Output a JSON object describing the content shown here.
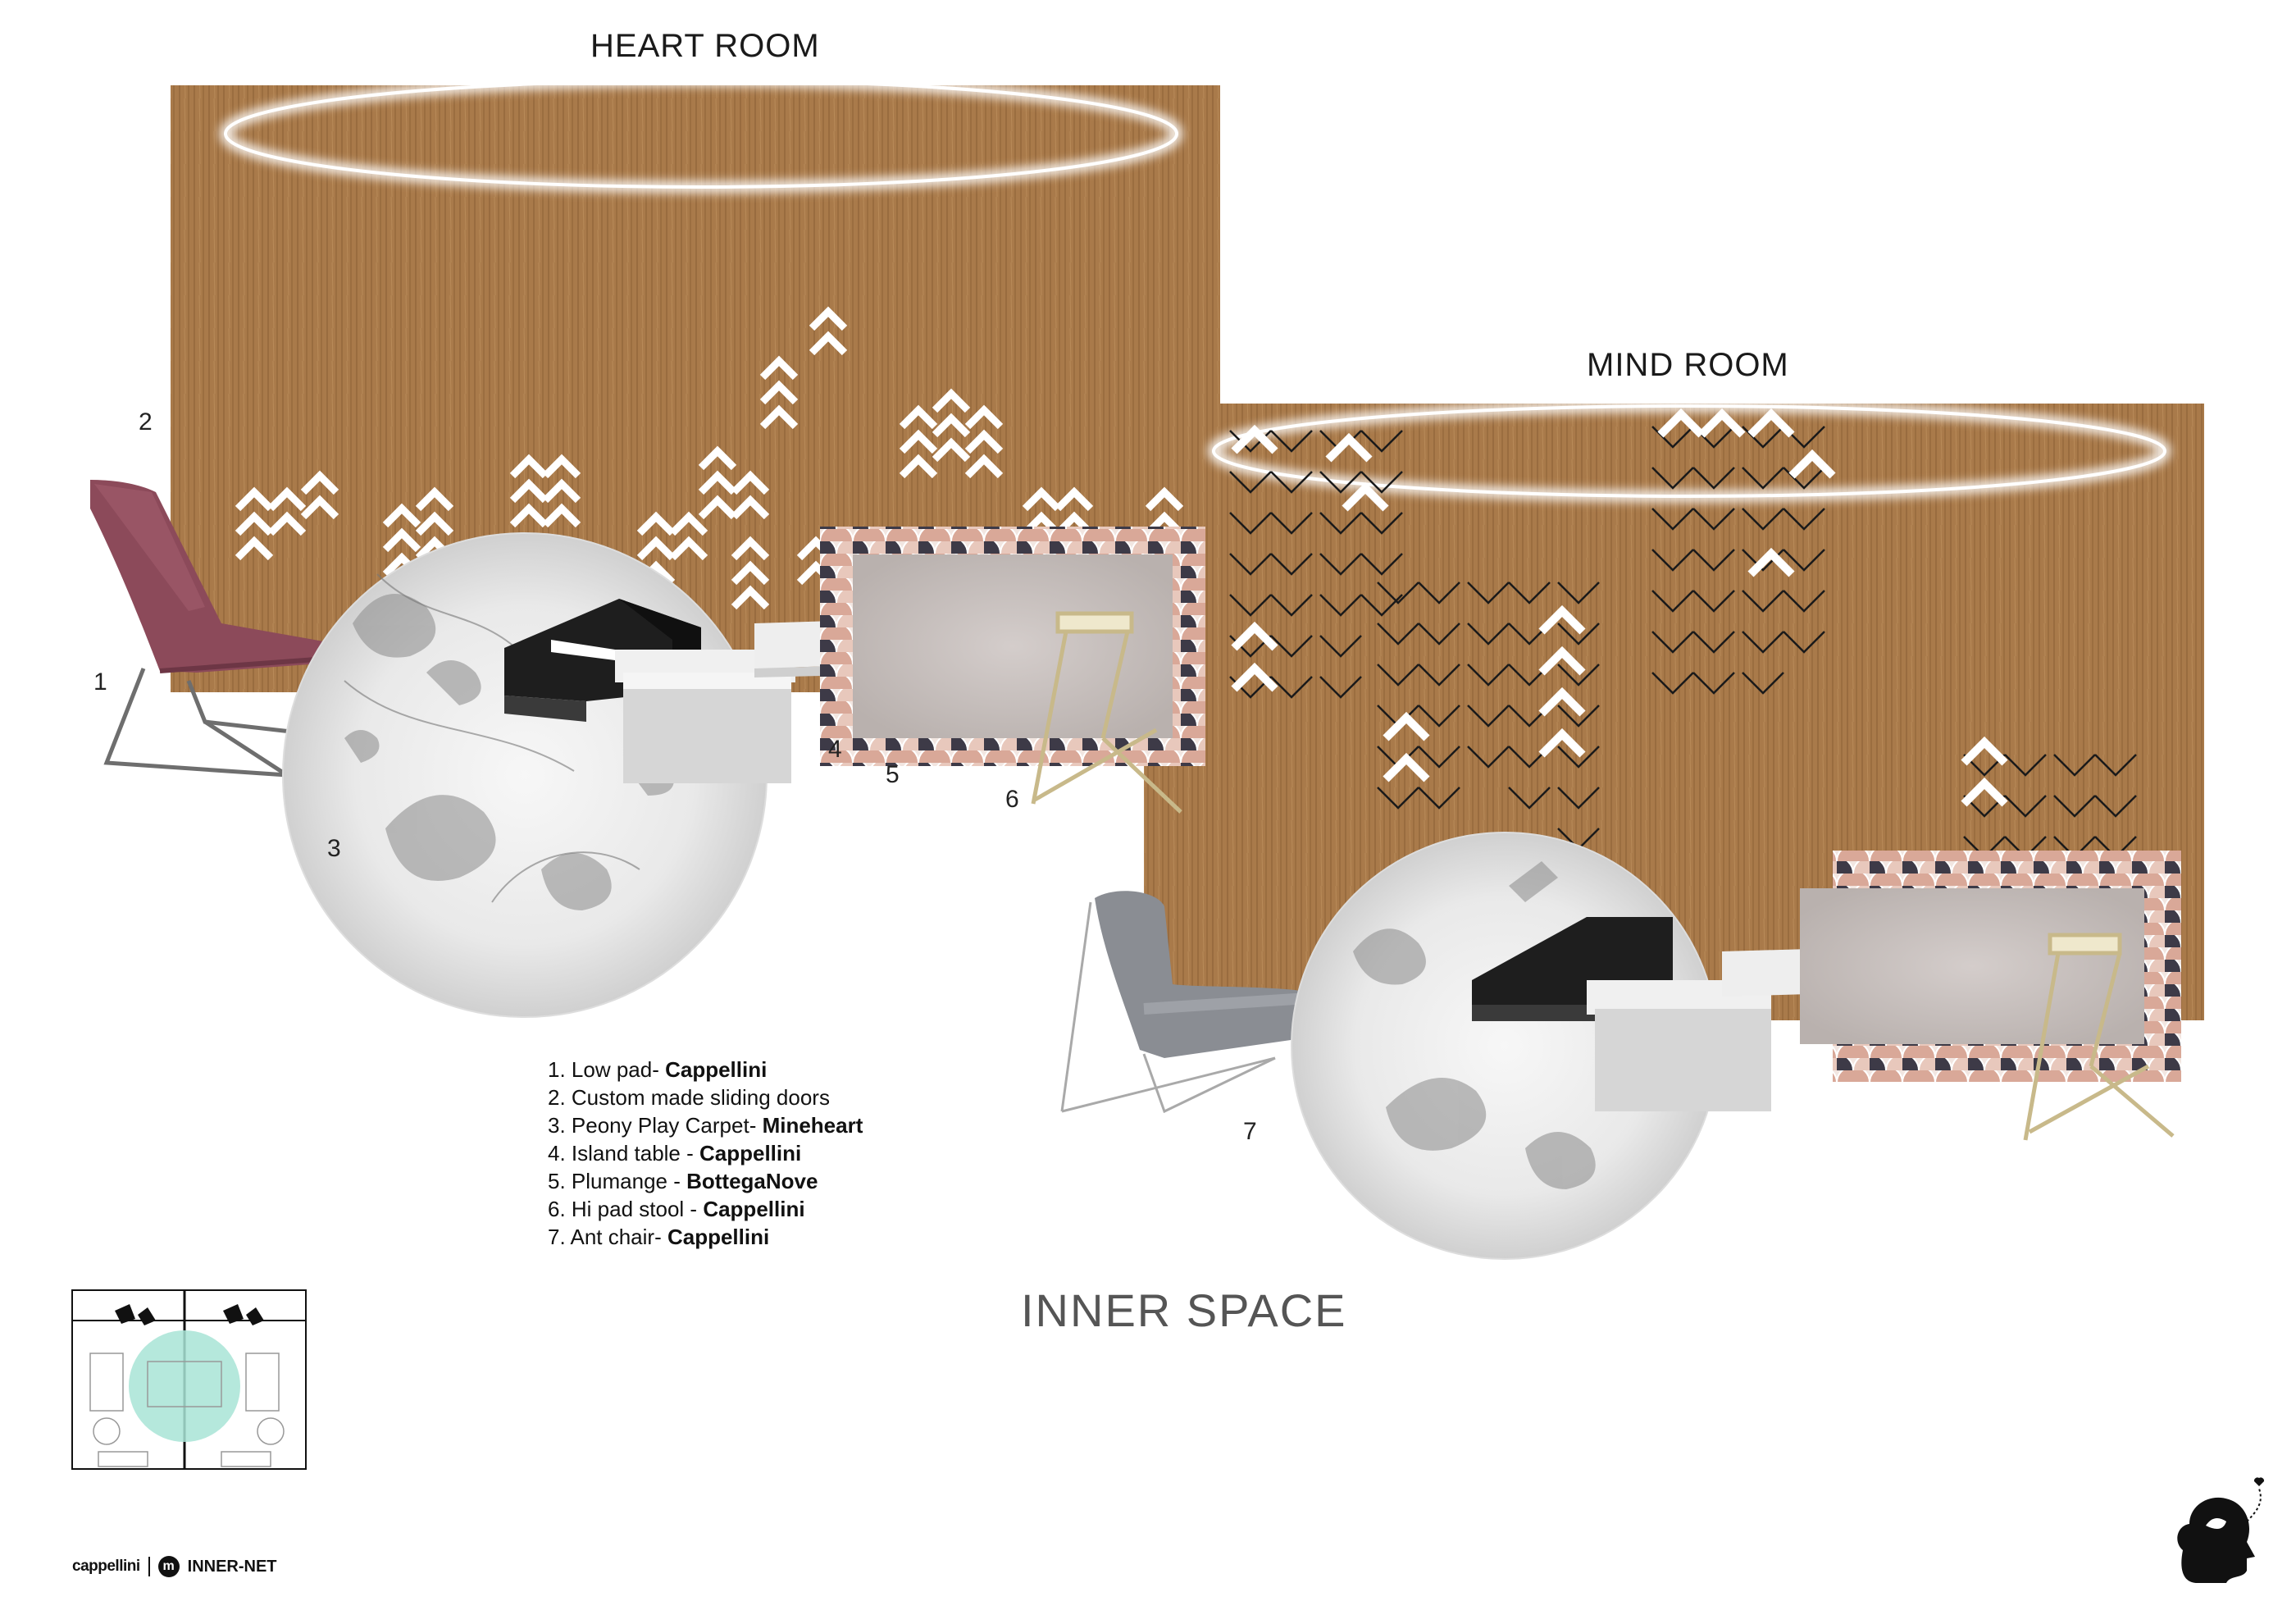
{
  "heart_room": {
    "title": "HEART ROOM"
  },
  "mind_room": {
    "title": "MIND ROOM"
  },
  "callouts": [
    "1",
    "2",
    "3",
    "4",
    "5",
    "6",
    "7"
  ],
  "legend": [
    {
      "text": "1. Low pad- ",
      "brand": "Cappellini"
    },
    {
      "text": "2. Custom made sliding doors",
      "brand": ""
    },
    {
      "text": "3. Peony Play Carpet- ",
      "brand": "Mineheart"
    },
    {
      "text": "4. Island table - ",
      "brand": "Cappellini"
    },
    {
      "text": "5. Plumange - ",
      "brand": "BottegaNove"
    },
    {
      "text": "6. Hi pad stool - ",
      "brand": "Cappellini"
    },
    {
      "text": "7. Ant chair- ",
      "brand": "Cappellini"
    }
  ],
  "section_title": "INNER SPACE",
  "footer": {
    "brand_left": "cappellini",
    "brand_mid_logo": "m",
    "brand_right": "INNER-NET"
  },
  "icons": [
    "chevron-pattern-icon",
    "head-heart-icon",
    "floor-plan-icon"
  ],
  "colors": {
    "wood": "#a97a4a",
    "wood_dark": "#8d6236",
    "chair_red": "#8c4a5a",
    "chair_grey": "#8a8d93",
    "floor_plan_accent": "#a8e4d6"
  }
}
